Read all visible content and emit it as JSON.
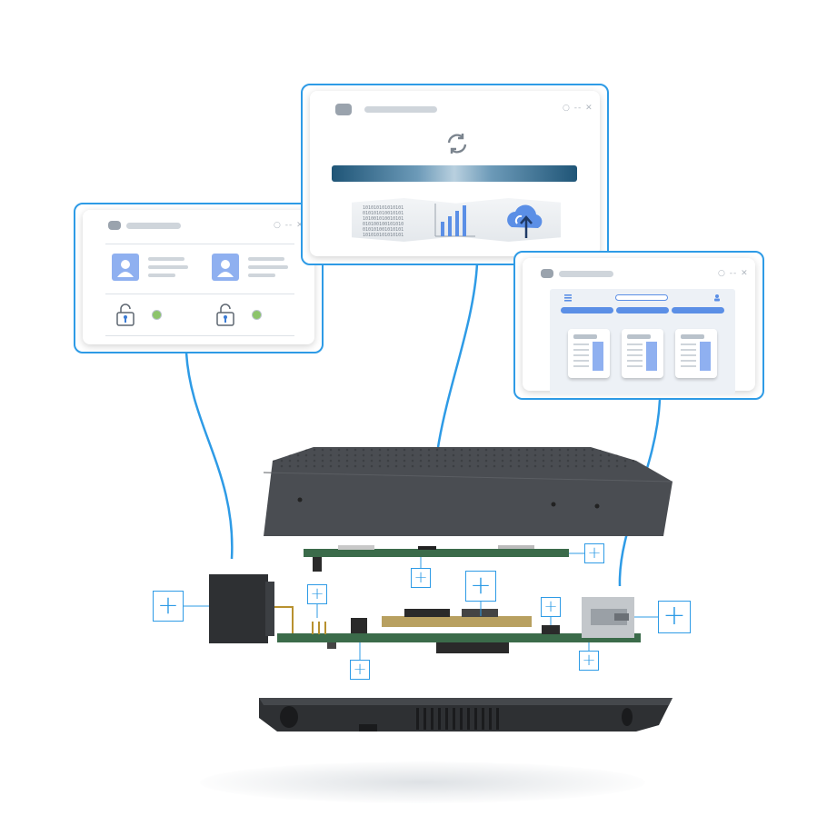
{
  "colors": {
    "accent": "#2e9be6",
    "enclosure": "#4a4d52",
    "pcb": "#3b6b4a",
    "icon_blue": "#8fb0f0",
    "progress_dark": "#1f5577"
  },
  "icons": {
    "sync": "sync-icon",
    "chart": "bar-chart-icon",
    "cloud": "cloud-upload-icon",
    "user": "user-avatar-icon",
    "lock": "padlock-icon",
    "menu": "hamburger-menu-icon",
    "profile": "profile-icon"
  },
  "window_controls": "○ -- ✕",
  "plus_symbol": "+",
  "binary_text": [
    "101010101010101",
    "010101010010101",
    "101001010010101",
    "010100100101010",
    "010101001010101",
    "101010101010101"
  ]
}
